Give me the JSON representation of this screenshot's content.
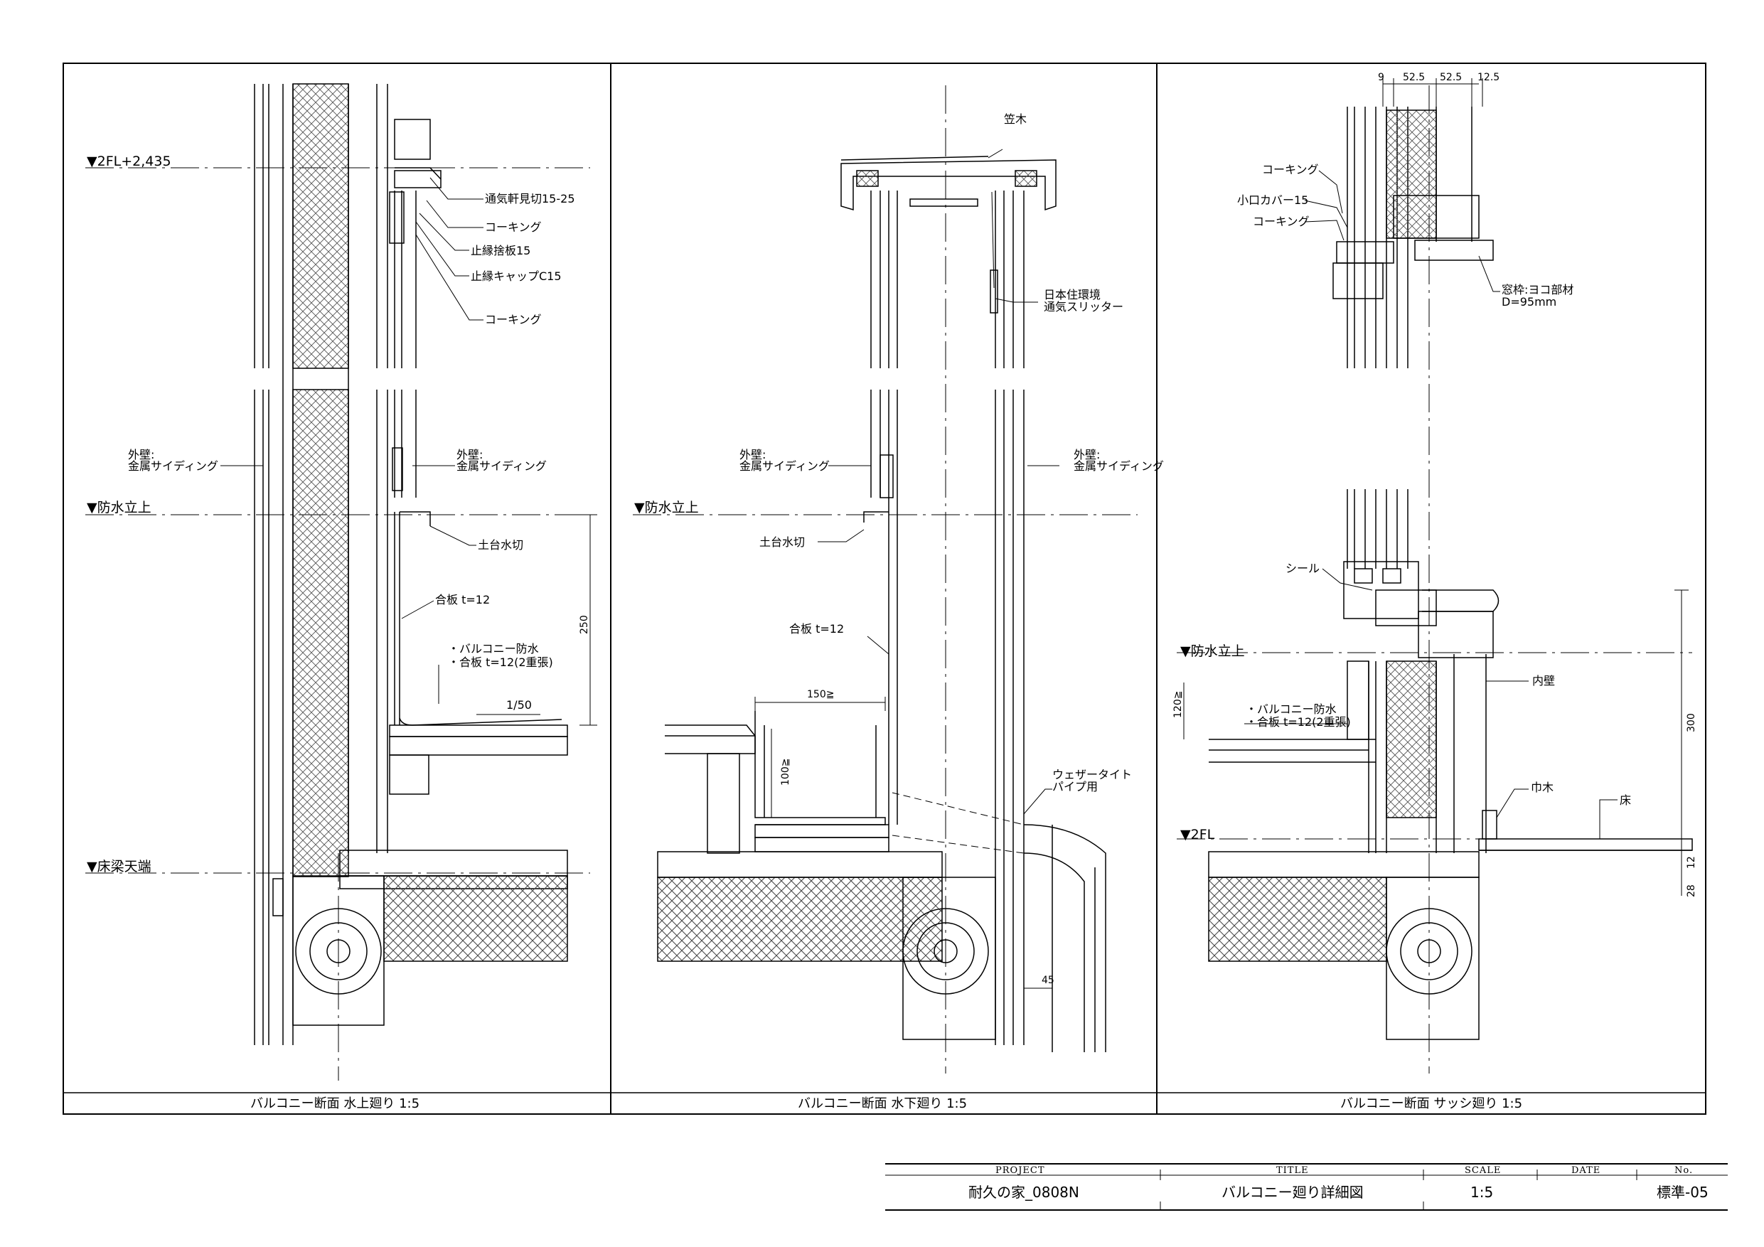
{
  "colors": {
    "ink": "#000000",
    "paper": "#ffffff",
    "hatch": "#444444"
  },
  "panels": [
    {
      "caption": "バルコニー断面 水上廻り 1:5"
    },
    {
      "caption": "バルコニー断面 水下廻り 1:5"
    },
    {
      "caption": "バルコニー断面 サッシ廻り 1:5"
    }
  ],
  "levels": {
    "fl2_2435": "▼2FL+2,435",
    "bosui1": "▼防水立上",
    "yukabari": "▼床梁天端",
    "bosui2": "▼防水立上",
    "bosui3": "▼防水立上",
    "fl2": "▼2FL"
  },
  "labels": {
    "p1_tsuuki": "通気軒見切15-25",
    "p1_coking1": "コーキング",
    "p1_tomebuchi": "止縁捨板15",
    "p1_cap": "止縁キャップC15",
    "p1_coking2": "コーキング",
    "p1_gaiheki_l1": "外壁:",
    "p1_gaiheki_l2": "金属サイディング",
    "p1_gaiheki_r1": "外壁:",
    "p1_gaiheki_r2": "金属サイディング",
    "p1_dodai": "土台水切",
    "p1_goban": "合板 t=12",
    "p1_bosui_a": "・バルコニー防水",
    "p1_bosui_b": "・合板 t=12(2重張)",
    "p1_slope": "1/50",
    "p2_kasagi": "笠木",
    "p2_slitter1": "日本住環境",
    "p2_slitter2": "通気スリッター",
    "p2_gaiheki_l1": "外壁:",
    "p2_gaiheki_l2": "金属サイディング",
    "p2_gaiheki_r1": "外壁:",
    "p2_gaiheki_r2": "金属サイディング",
    "p2_dodai": "土台水切",
    "p2_goban": "合板 t=12",
    "p2_weather1": "ウェザータイト",
    "p2_weather2": "パイプ用",
    "p3_coking1": "コーキング",
    "p3_koguchi": "小口カバー15",
    "p3_coking2": "コーキング",
    "p3_madowaku1": "窓枠:ヨコ部材",
    "p3_madowaku2": "D=95mm",
    "p3_seal": "シール",
    "p3_naiheki": "内壁",
    "p3_bosui_a": "・バルコニー防水",
    "p3_bosui_b": "・合板 t=12(2重張)",
    "p3_habaki": "巾木",
    "p3_yuka": "床"
  },
  "dims": {
    "d250": "250",
    "d150": "150≧",
    "d100": "100≧",
    "d45": "45",
    "d9": "9",
    "d525a": "52.5",
    "d525b": "52.5",
    "d125": "12.5",
    "d120": "120≧",
    "d300": "300",
    "d12": "12",
    "d28": "28"
  },
  "titleblock": {
    "project_h": "PROJECT",
    "title_h": "TITLE",
    "scale_h": "SCALE",
    "date_h": "DATE",
    "no_h": "No.",
    "project": "耐久の家_0808N",
    "title": "バルコニー廻り詳細図",
    "scale": "1:5",
    "date": "",
    "no": "標準-05"
  }
}
